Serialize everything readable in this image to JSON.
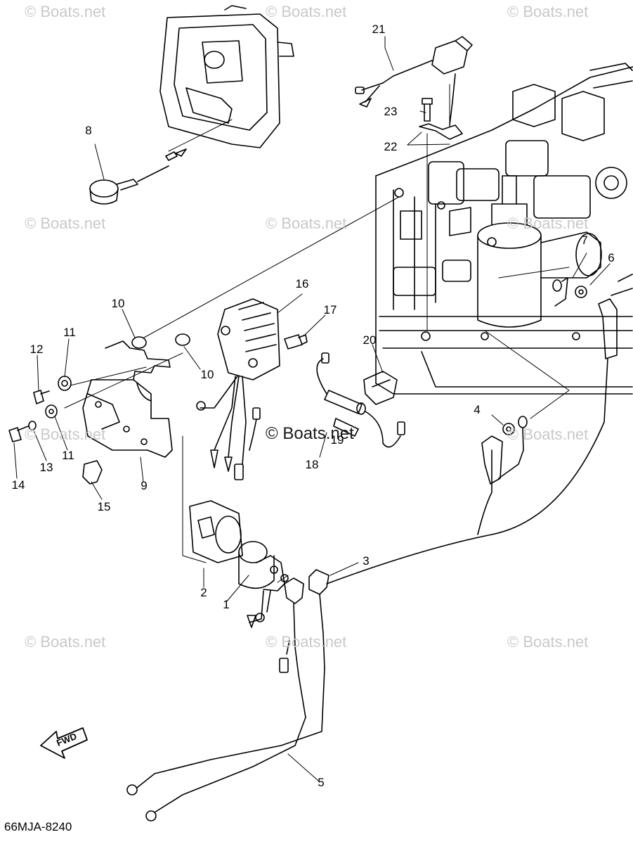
{
  "watermark": "© Boats.net",
  "diagram_code": "66MJA-8240",
  "fwd_label": "FWD",
  "callouts": [
    "1",
    "2",
    "3",
    "4",
    "5",
    "6",
    "7",
    "8",
    "9",
    "10",
    "10",
    "11",
    "11",
    "12",
    "13",
    "14",
    "15",
    "16",
    "17",
    "18",
    "19",
    "20",
    "21",
    "22",
    "23"
  ]
}
